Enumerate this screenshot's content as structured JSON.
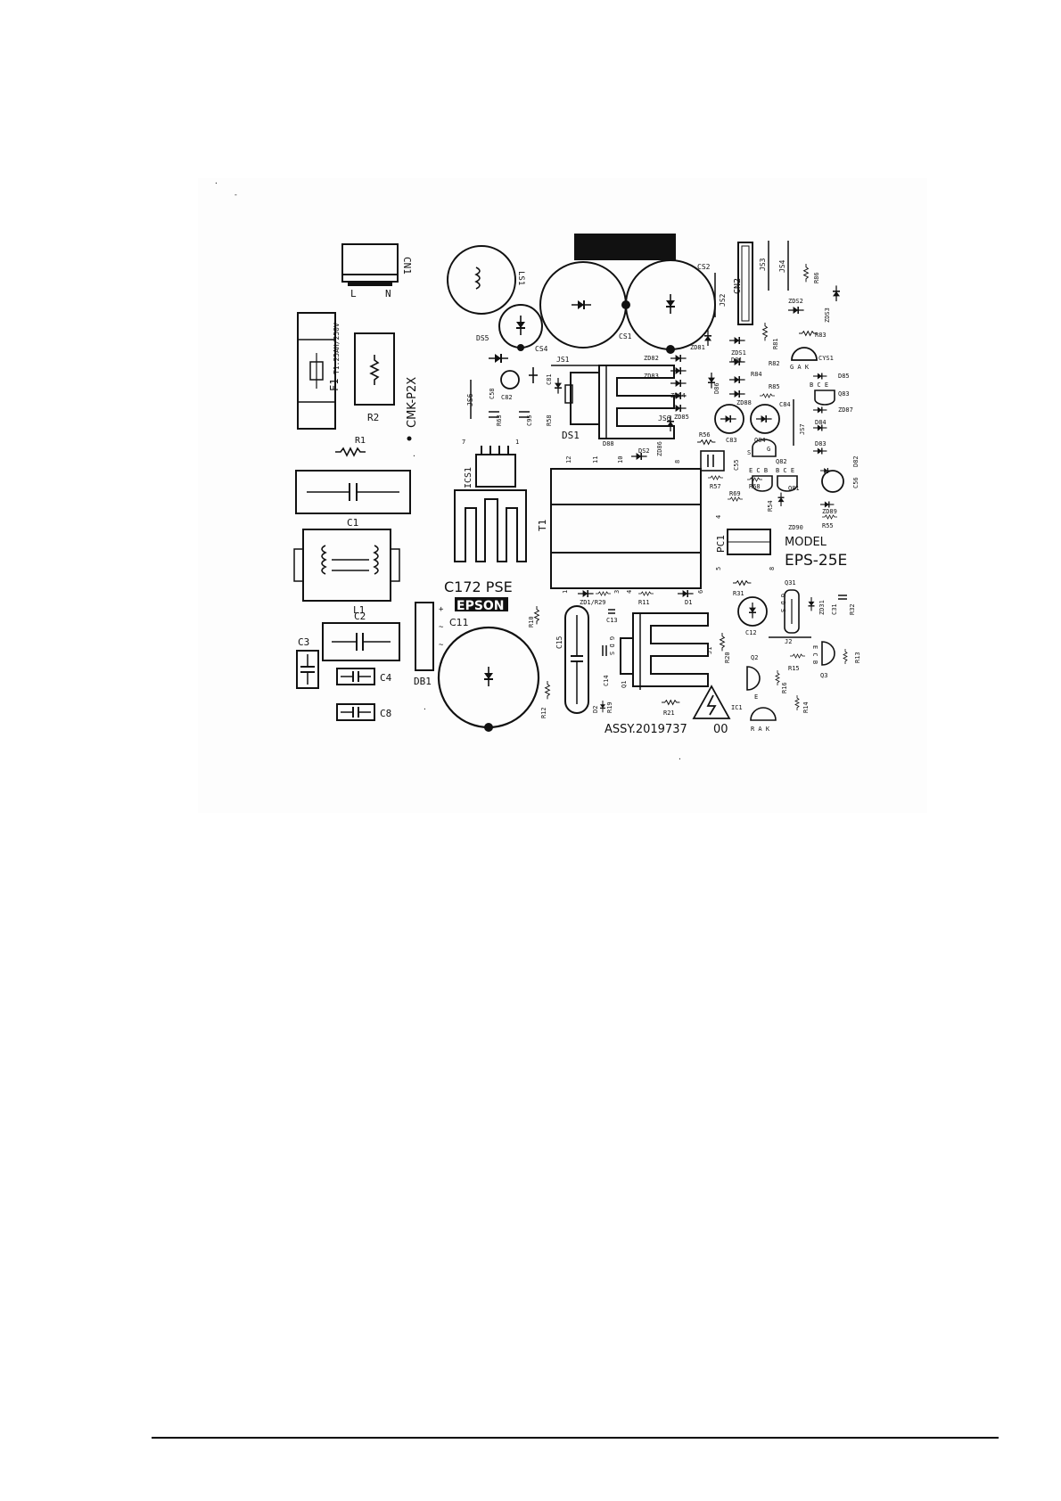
{
  "board": {
    "model_label": "MODEL",
    "model": "EPS-25E",
    "board_code": "C172 PSE",
    "brand": "EPSON",
    "assembly": "ASSY.2019737",
    "revision": "00",
    "fuse_rating": "T1.25AH/250V",
    "cert_mark": "CMK-P2X"
  },
  "labels": {
    "CN1": "CN1",
    "L": "L",
    "N": "N",
    "LS1": "LS1",
    "DS5": "DS5",
    "CS4": "CS4",
    "CS1": "CS1",
    "CS2": "CS2",
    "CN2": "CN2",
    "JS3": "JS3",
    "JS4": "JS4",
    "JS2": "JS2",
    "JS1": "JS1",
    "R86": "R86",
    "ZDS2": "ZDS2",
    "ZDS3": "ZDS3",
    "ZDS1": "ZDS1",
    "R81": "R81",
    "R83": "R83",
    "CYS1": "CYS1",
    "GAK": "G A K",
    "D85": "D85",
    "BCE": "B C E",
    "Q83": "Q83",
    "ZD87": "ZD87",
    "F1": "F1",
    "R2": "R2",
    "JS6": "JS6",
    "C58": "C58",
    "C81": "C81",
    "C82": "C82",
    "R63": "R63",
    "C95": "C95",
    "R58": "R58",
    "DS1": "DS1",
    "ZD82": "ZD82",
    "ZD81": "ZD81",
    "D81": "D81",
    "ZD83": "ZD83",
    "D86": "D86",
    "R84": "R84",
    "R82": "R82",
    "ZD84": "ZD84",
    "ZD85": "ZD85",
    "R85": "R85",
    "ZD88": "ZD88",
    "C84": "C84",
    "JS6b": "JS6",
    "C83": "C83",
    "Q84": "Q84",
    "D84": "D84",
    "D83": "D83",
    "R1": "R1",
    "n7": "7",
    "n1": "1",
    "D88": "D88",
    "DS2": "DS2",
    "ZD86": "ZD86",
    "R56": "R56",
    "JS7": "JS7",
    "C55": "C55",
    "S": "S",
    "G": "G",
    "ECB": "E C B",
    "Q82": "Q82",
    "BCE2": "B C E",
    "D82": "D82",
    "C56": "C56",
    "ICS1": "ICS1",
    "n12": "12",
    "n11": "11",
    "n10": "10",
    "n8": "8",
    "R57": "R57",
    "R69": "R69",
    "R68": "R68",
    "Q81": "Q81",
    "R54": "R54",
    "ZD89": "ZD89",
    "ZD90": "ZD90",
    "RS5": "R55",
    "C1": "C1",
    "T1": "T1",
    "PC1": "PC1",
    "n4": "4",
    "n5": "5",
    "n8b": "8",
    "L1": "L1",
    "R31": "R31",
    "Q31": "Q31",
    "ZD31": "ZD31",
    "C31": "C31",
    "R32": "R32",
    "n1b": "1",
    "n3": "3",
    "n4b": "4",
    "n6": "6",
    "ZD1R29": "ZD1/R29",
    "R11": "R11",
    "D1": "D1",
    "C3": "C3",
    "C2": "C2",
    "C11": "C11",
    "R10": "R10",
    "C15": "C15",
    "C13": "C13",
    "C12": "C12",
    "J2": "J2",
    "DB1": "DB1",
    "C4": "C4",
    "C8": "C8",
    "J1": "J1",
    "R20": "R20",
    "Q2": "Q2",
    "R15": "R15",
    "R16": "R16",
    "Q3": "Q3",
    "R13": "R13",
    "ECB2": "E C B",
    "C14": "C14",
    "Q1": "Q1",
    "R12": "R12",
    "D2": "D2",
    "R19": "R19",
    "R21": "R21",
    "IC1": "IC1",
    "RAK": "R A K",
    "R14": "R14",
    "E": "E",
    "GDS": "G D S",
    "GDS2": "G D S",
    "plus": "+",
    "minus": "-",
    "tilde": "~"
  }
}
